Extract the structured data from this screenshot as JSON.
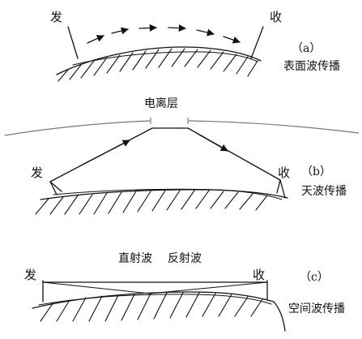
{
  "panel_a": {
    "transmitter": "发",
    "receiver": "收",
    "tag": "（a）",
    "caption": "表面波传播"
  },
  "panel_b": {
    "ionosphere": "电离层",
    "transmitter": "发",
    "receiver": "收",
    "tag": "（b）",
    "caption": "天波传播"
  },
  "panel_c": {
    "direct_wave": "直射波",
    "reflected_wave": "反射波",
    "transmitter": "发",
    "receiver": "收",
    "tag": "（c）",
    "caption": "空间波传播"
  },
  "colors": {
    "ink": "#111111",
    "ionosphere_line": "#777777",
    "background": "#ffffff"
  }
}
